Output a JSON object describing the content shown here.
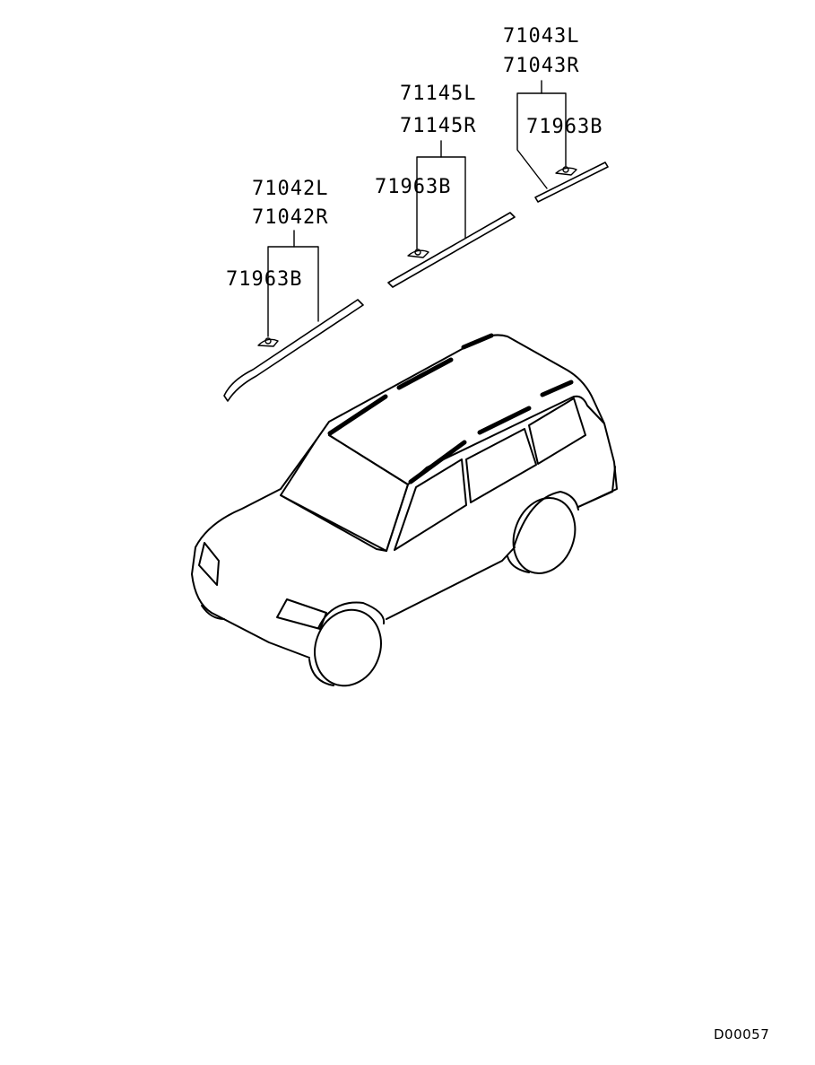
{
  "parts": {
    "group_front": {
      "code_l": "71042L",
      "code_r": "71042R",
      "clip": "71963B"
    },
    "group_middle": {
      "code_l": "71145L",
      "code_r": "71145R",
      "clip": "71963B"
    },
    "group_rear": {
      "code_l": "71043L",
      "code_r": "71043R",
      "clip": "71963B"
    }
  },
  "diagram_code": "D00057",
  "colors": {
    "line": "#000000",
    "background": "#ffffff"
  }
}
